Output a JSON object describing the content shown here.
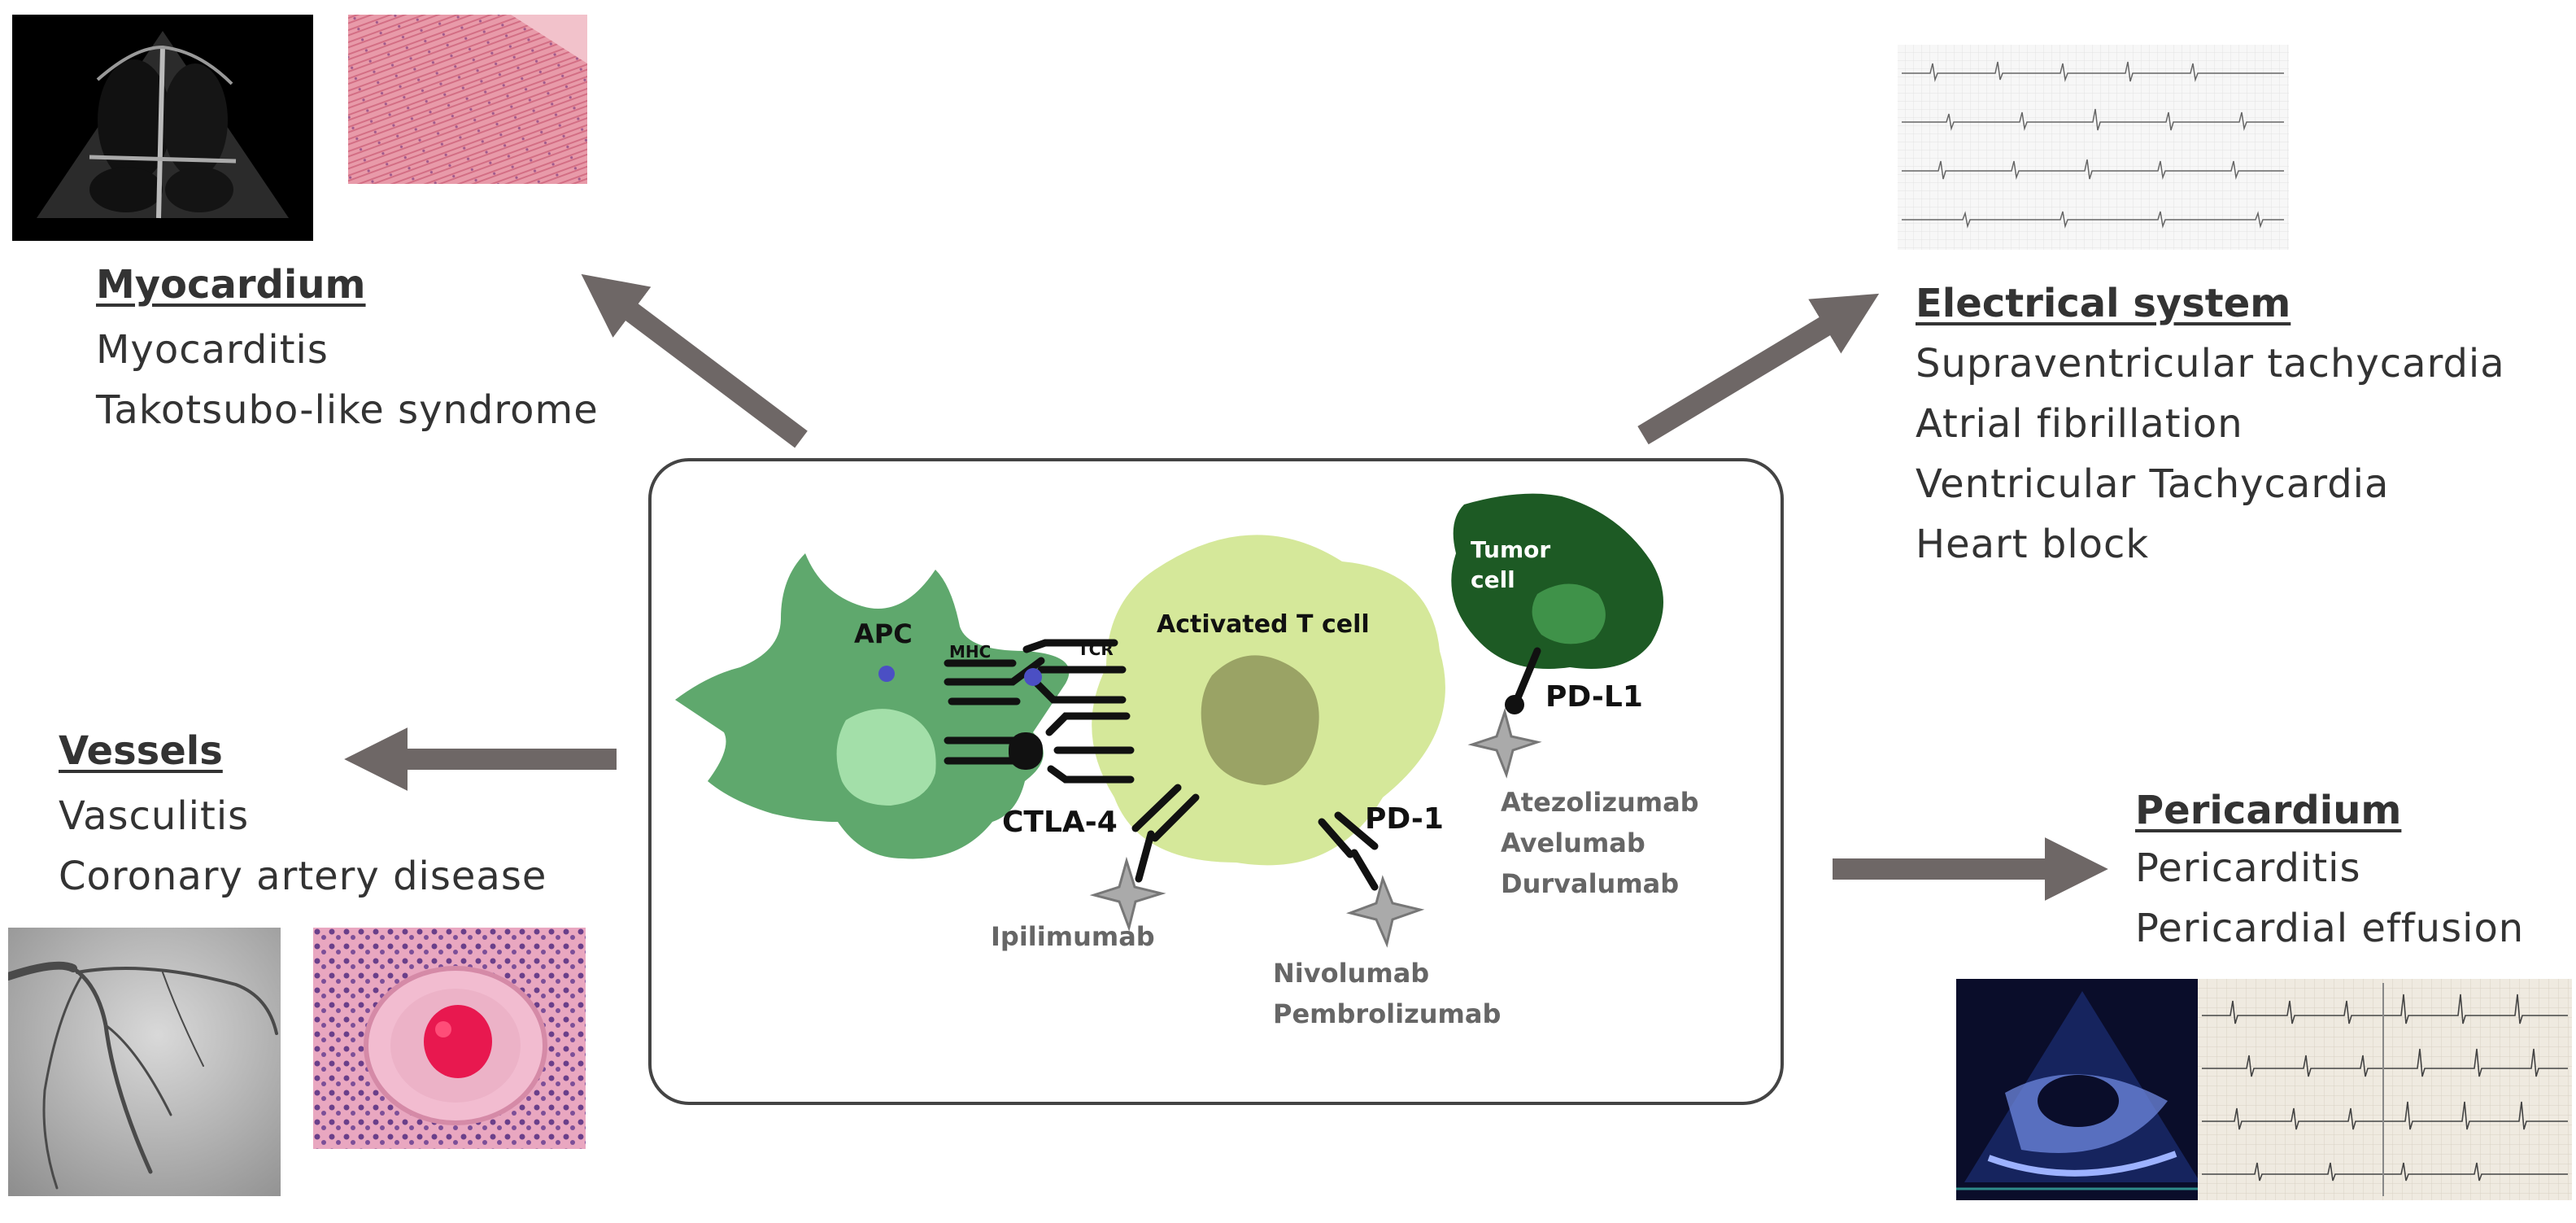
{
  "myocardium": {
    "title": "Myocardium",
    "items": [
      "Myocarditis",
      "Takotsubo-like syndrome"
    ]
  },
  "electrical": {
    "title": "Electrical system",
    "items": [
      "Supraventricular tachycardia",
      "Atrial fibrillation",
      "Ventricular Tachycardia",
      "Heart block"
    ]
  },
  "vessels": {
    "title": "Vessels",
    "items": [
      "Vasculitis",
      "Coronary artery disease"
    ]
  },
  "pericardium": {
    "title": "Pericardium",
    "items": [
      "Pericarditis",
      "Pericardial effusion"
    ]
  },
  "diagram": {
    "apc": "APC",
    "mhc": "MHC",
    "tcr": "TCR",
    "tcell": "Activated T cell",
    "tumor_line1": "Tumor",
    "tumor_line2": "cell",
    "pdl1": "PD-L1",
    "ctla4": "CTLA-4",
    "pd1": "PD-1",
    "ipilimumab": "Ipilimumab",
    "nivolumab": "Nivolumab",
    "pembrolizumab": "Pembrolizumab",
    "atezolizumab": "Atezolizumab",
    "avelumab": "Avelumab",
    "durvalumab": "Durvalumab"
  },
  "colors": {
    "apc": "#5fa86d",
    "apc_nucleus": "#a3dfa9",
    "tcell": "#d5e89a",
    "tcell_nucleus": "#9aa365",
    "tumor": "#1d5a24",
    "tumor_nucleus": "#3f9249",
    "arrow": "#6e6766",
    "drug_text": "#666666"
  }
}
